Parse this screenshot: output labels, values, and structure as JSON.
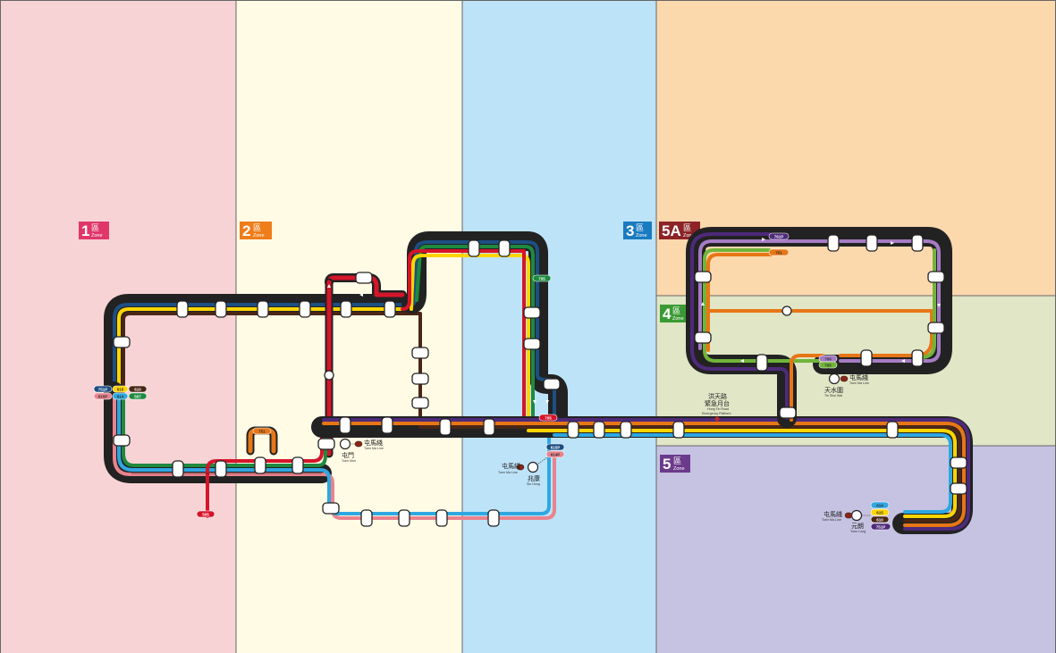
{
  "zones": [
    {
      "id": "1",
      "num": "1",
      "char": "區",
      "en": "Zone",
      "color": "#e0376a"
    },
    {
      "id": "2",
      "num": "2",
      "char": "區",
      "en": "Zone",
      "color": "#ee7d1a"
    },
    {
      "id": "3",
      "num": "3",
      "char": "區",
      "en": "Zone",
      "color": "#1a7bc0"
    },
    {
      "id": "5A",
      "num": "5A",
      "char": "區",
      "en": "Zone",
      "color": "#8c2427"
    },
    {
      "id": "4",
      "num": "4",
      "char": "區",
      "en": "Zone",
      "color": "#3b9a34"
    },
    {
      "id": "5",
      "num": "5",
      "char": "區",
      "en": "Zone",
      "color": "#6c3a8c"
    }
  ],
  "zone_backgrounds": {
    "1": "#f8d3d6",
    "2": "#fffbe5",
    "3": "#bde3f8",
    "5A": "#fcd8ad",
    "4": "#e0e6c6",
    "5": "#c5c2e2"
  },
  "line_colors": {
    "navy": "#1d4f82",
    "yellow": "#ffd500",
    "brown": "#4a2616",
    "red": "#d5152a",
    "pink": "#e9838d",
    "blue": "#2fa7e1",
    "green": "#1e8a3f",
    "orange": "#e77616",
    "purple": "#4e2a7a",
    "lavender": "#a57cc4",
    "lightgreen": "#71b43a"
  },
  "route_tags": {
    "w_upper_left": [
      "751P",
      "615P"
    ],
    "w_upper_right": [
      "615",
      "610"
    ],
    "w_lower_left": [
      "614P"
    ],
    "w_lower_right": [
      "614",
      "507"
    ],
    "r505": "505",
    "r751": "751",
    "top_left_loop": "761P",
    "top_left_loop2": "751",
    "n_right_1": "761P",
    "n_right_2": "705",
    "t_upper": "706",
    "t_lower": "705",
    "s_mid_1": "615P",
    "s_mid_2": "614P",
    "n_top_right": "761P",
    "e_tags": [
      "614",
      "615",
      "610",
      "751P"
    ]
  },
  "stations": {
    "tuen_mun": {
      "zh": "屯門",
      "en": "Tuen Mun",
      "line_zh": "屯馬綫",
      "line_en": "Tuen Ma Line"
    },
    "siu_hong": {
      "zh": "兆康",
      "en": "Siu Hong",
      "line_zh": "屯馬綫",
      "line_en": "Tuen Ma Line"
    },
    "tin_shui_wai": {
      "zh": "天水圍",
      "en": "Tin Shui Wai",
      "line_zh": "屯馬綫",
      "line_en": "Tuen Ma Line"
    },
    "yuen_long": {
      "zh": "元朗",
      "en": "Yuen Long",
      "line_zh": "屯馬綫",
      "line_en": "Tuen Ma Line"
    },
    "hung_tin": {
      "zh1": "洪天路",
      "zh2": "緊急月台",
      "en1": "Hung Tin Road",
      "en2": "Emergency Platform"
    }
  }
}
